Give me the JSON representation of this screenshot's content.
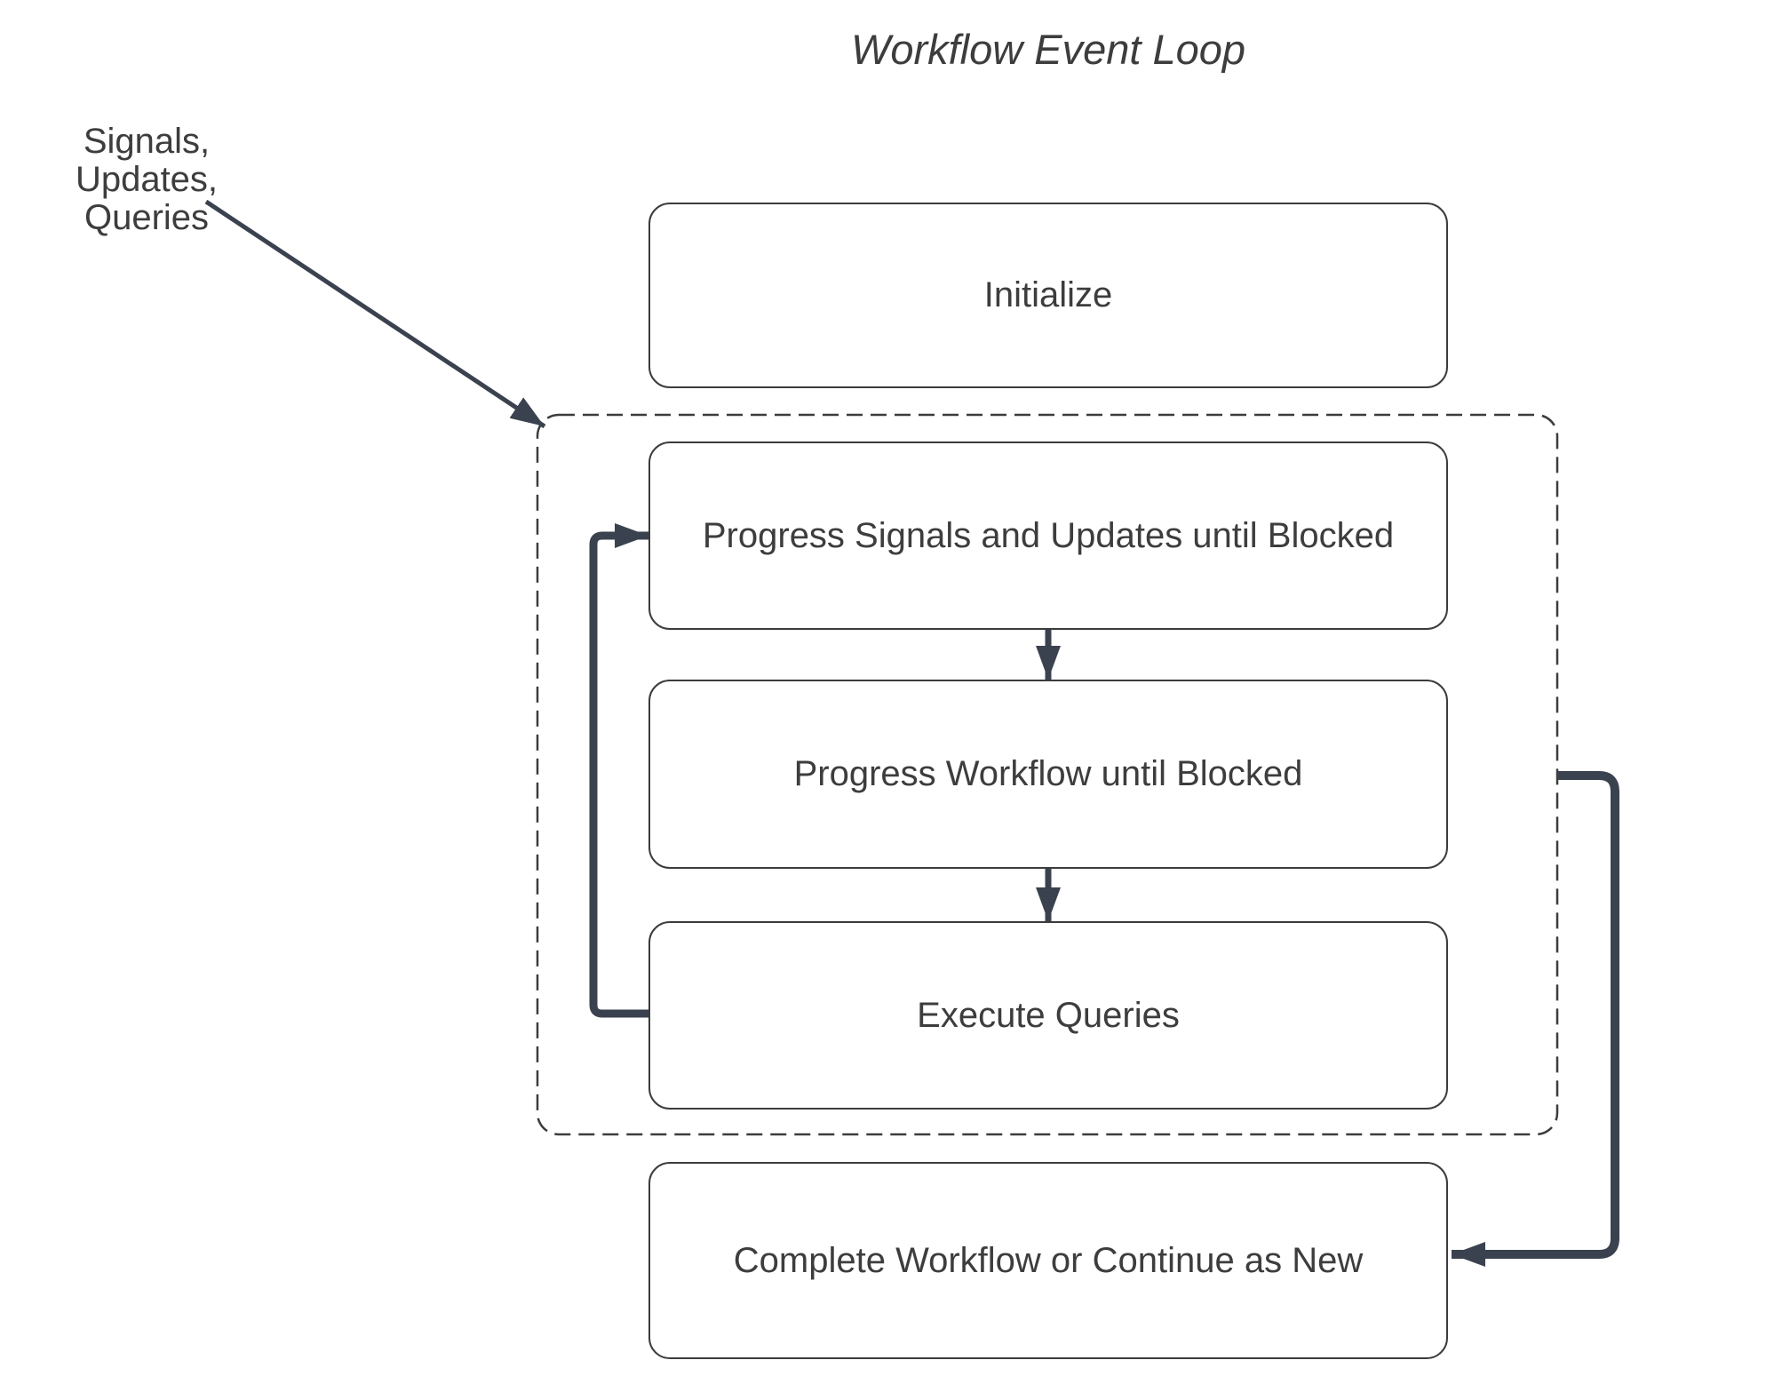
{
  "title": "Workflow Event Loop",
  "annotation": {
    "label": "Signals, Updates,\nQueries"
  },
  "nodes": {
    "initialize": "Initialize",
    "progress_signals": "Progress Signals and Updates until Blocked",
    "progress_workflow": "Progress Workflow until Blocked",
    "execute_queries": "Execute Queries",
    "complete": "Complete Workflow or Continue as New"
  },
  "group": {
    "style": "dashed",
    "contains": [
      "progress_signals",
      "progress_workflow",
      "execute_queries"
    ]
  },
  "edges": [
    {
      "from": "annotation",
      "to": "event-loop-group",
      "type": "thin-arrow"
    },
    {
      "from": "progress_signals",
      "to": "progress_workflow",
      "type": "down-arrow"
    },
    {
      "from": "progress_workflow",
      "to": "execute_queries",
      "type": "down-arrow"
    },
    {
      "from": "execute_queries",
      "to": "progress_signals",
      "type": "loop-back-left"
    },
    {
      "from": "event-loop-group",
      "to": "complete",
      "type": "loop-right"
    }
  ],
  "colors": {
    "line": "#3b424f",
    "border": "#3c3c3c",
    "text": "#3d3d3d"
  }
}
